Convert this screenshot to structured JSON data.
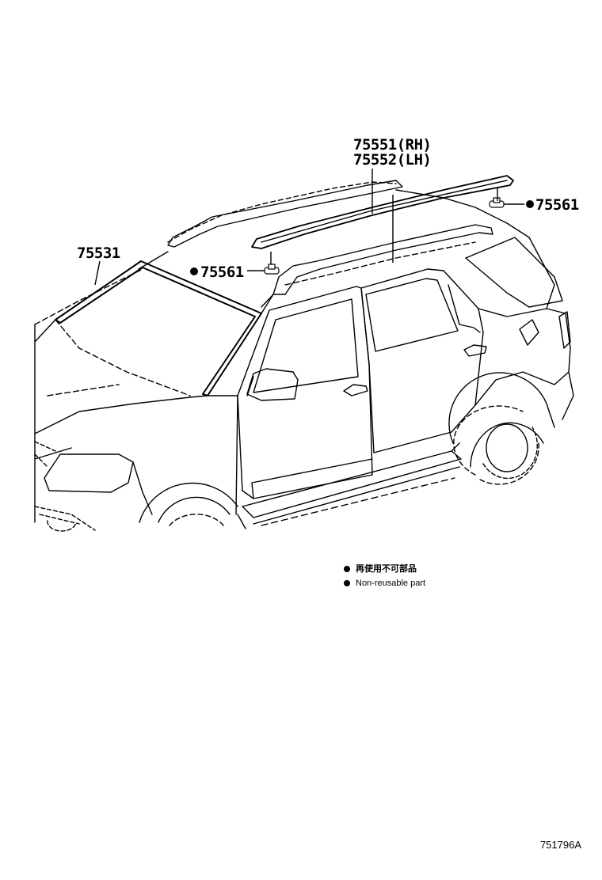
{
  "callouts": {
    "roof_rack_rh": "75551(RH)",
    "roof_rack_lh": "75552(LH)",
    "clip_right": "75561",
    "clip_left": "75561",
    "windshield_moulding": "75531"
  },
  "legend": {
    "japanese": "再使用不可部品",
    "english": "Non-reusable part"
  },
  "figure_id": "751796A"
}
